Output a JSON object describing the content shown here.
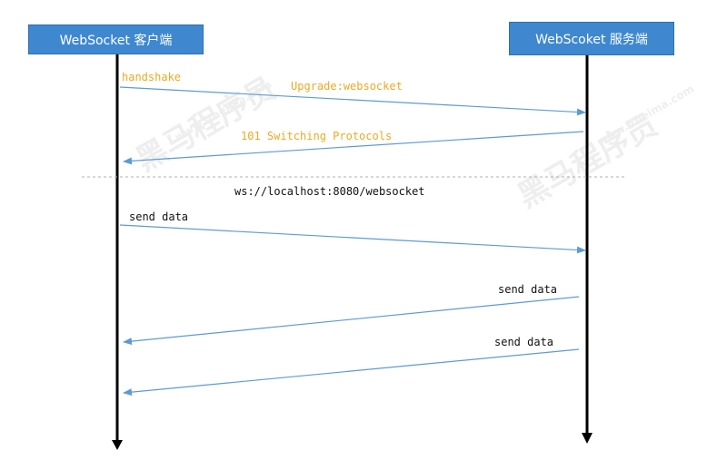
{
  "actors": {
    "client": "WebSocket 客户端",
    "server": "WebScoket 服务端"
  },
  "messages": {
    "handshake": "handshake",
    "upgrade": "Upgrade:websocket",
    "switching": "101 Switching Protocols",
    "ws_url": "ws://localhost:8080/websocket",
    "send_1": "send data",
    "send_2": "send data",
    "send_3": "send data"
  },
  "watermark": {
    "brand": "黑马程序员",
    "site": "www.itheima.com"
  },
  "colors": {
    "actor_box": "#3f88cf",
    "arrow": "#5b9bd5",
    "lifeline": "#000000",
    "highlight_text": "#f0a820",
    "separator": "#b0b0b0"
  }
}
